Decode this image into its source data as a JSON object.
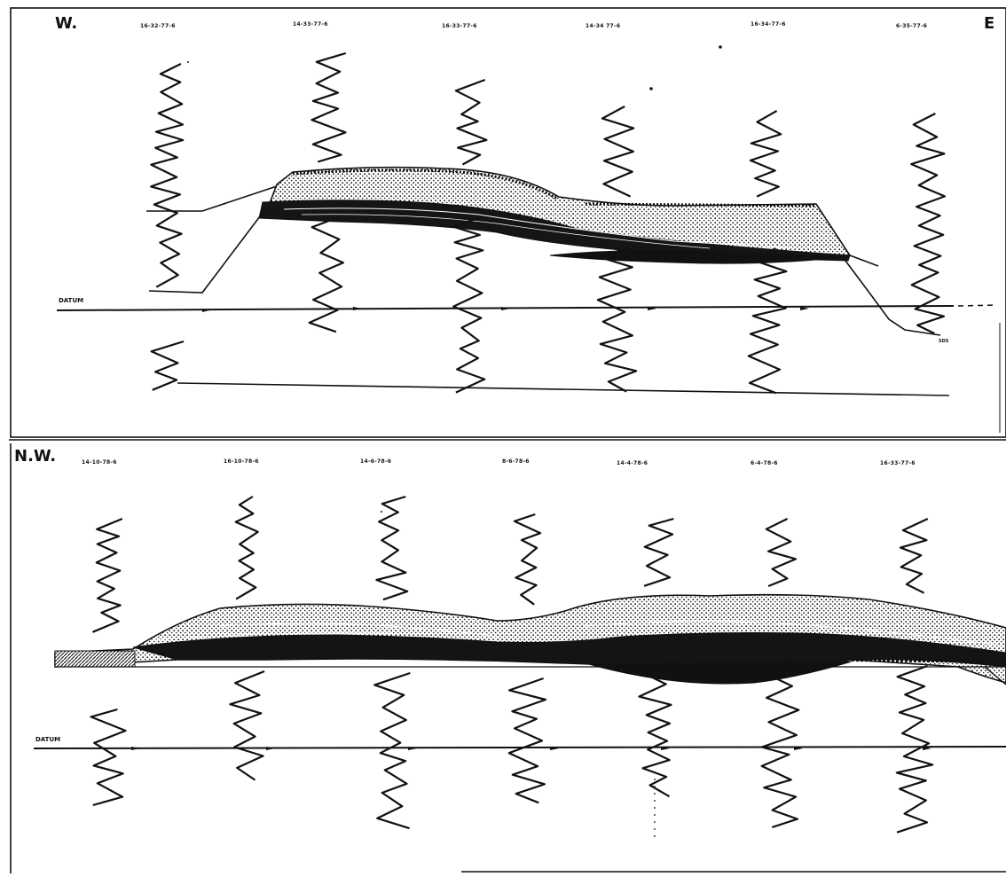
{
  "panels": [
    {
      "id": "top",
      "left_label": "W.",
      "right_label": "E",
      "datum_label": "DATUM",
      "wells": [
        "16-32-77-6",
        "14-33-77-6",
        "16-33-77-6",
        "14-34 77-6",
        "16-34-77-6",
        "6-35-77-6"
      ],
      "annotation": "SDS"
    },
    {
      "id": "bottom",
      "left_label": "N.W.",
      "datum_label": "DATUM",
      "wells": [
        "14-10-78-6",
        "16-10-78-6",
        "14-6-78-6",
        "8-6-78-6",
        "14-4-78-6",
        "6-4-78-6",
        "16-33-77-6"
      ]
    }
  ],
  "colors": {
    "ink": "#111111",
    "paper": "#ffffff"
  }
}
